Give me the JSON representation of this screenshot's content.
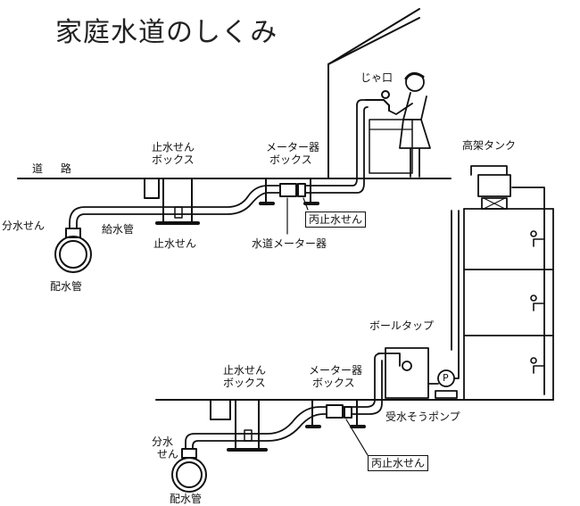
{
  "title": "家庭水道のしくみ",
  "top": {
    "road": "道 路",
    "stopcock_box": [
      "止水せん",
      "ボックス"
    ],
    "meter_box": [
      "メーター器",
      "ボックス"
    ],
    "faucet": "じゃ口",
    "branch_valve": "分水せん",
    "supply_pipe": "給水管",
    "stopcock": "止水せん",
    "check_valve": "丙止水せん",
    "water_meter": "水道メーター器",
    "main_pipe": "配水管"
  },
  "bottom": {
    "elevated_tank": "高架タンク",
    "ball_tap": "ボールタップ",
    "stopcock_box": [
      "止水せん",
      "ボックス"
    ],
    "meter_box": [
      "メーター器",
      "ボックス"
    ],
    "pump": "受水そうポンプ",
    "pump_symbol": "P",
    "branch_valve": [
      "分水",
      "せん"
    ],
    "check_valve": "丙止水せん",
    "main_pipe": "配水管"
  }
}
